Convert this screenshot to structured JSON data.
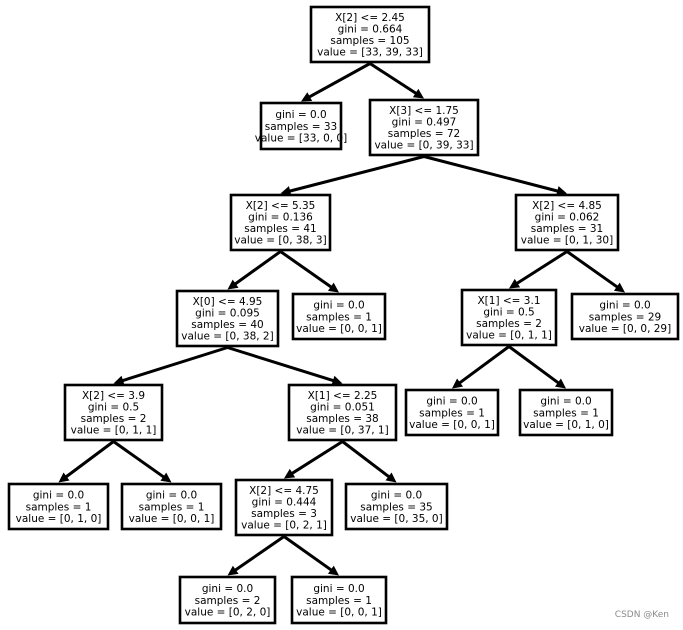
{
  "tree": {
    "nodes": [
      {
        "id": "n0",
        "lines": [
          "X[2] <= 2.45",
          "gini = 0.664",
          "samples = 105",
          "value = [33, 39, 33]"
        ]
      },
      {
        "id": "n1",
        "lines": [
          "gini = 0.0",
          "samples = 33",
          "value = [33, 0, 0]"
        ]
      },
      {
        "id": "n2",
        "lines": [
          "X[3] <= 1.75",
          "gini = 0.497",
          "samples = 72",
          "value = [0, 39, 33]"
        ]
      },
      {
        "id": "n3",
        "lines": [
          "X[2] <= 5.35",
          "gini = 0.136",
          "samples = 41",
          "value = [0, 38, 3]"
        ]
      },
      {
        "id": "n4",
        "lines": [
          "X[2] <= 4.85",
          "gini = 0.062",
          "samples = 31",
          "value = [0, 1, 30]"
        ]
      },
      {
        "id": "n5",
        "lines": [
          "X[0] <= 4.95",
          "gini = 0.095",
          "samples = 40",
          "value = [0, 38, 2]"
        ]
      },
      {
        "id": "n6",
        "lines": [
          "gini = 0.0",
          "samples = 1",
          "value = [0, 0, 1]"
        ]
      },
      {
        "id": "n7",
        "lines": [
          "X[1] <= 3.1",
          "gini = 0.5",
          "samples = 2",
          "value = [0, 1, 1]"
        ]
      },
      {
        "id": "n8",
        "lines": [
          "gini = 0.0",
          "samples = 29",
          "value = [0, 0, 29]"
        ]
      },
      {
        "id": "n9",
        "lines": [
          "X[2] <= 3.9",
          "gini = 0.5",
          "samples = 2",
          "value = [0, 1, 1]"
        ]
      },
      {
        "id": "n10",
        "lines": [
          "X[1] <= 2.25",
          "gini = 0.051",
          "samples = 38",
          "value = [0, 37, 1]"
        ]
      },
      {
        "id": "n11",
        "lines": [
          "gini = 0.0",
          "samples = 1",
          "value = [0, 0, 1]"
        ]
      },
      {
        "id": "n12",
        "lines": [
          "gini = 0.0",
          "samples = 1",
          "value = [0, 1, 0]"
        ]
      },
      {
        "id": "n13",
        "lines": [
          "gini = 0.0",
          "samples = 1",
          "value = [0, 1, 0]"
        ]
      },
      {
        "id": "n14",
        "lines": [
          "gini = 0.0",
          "samples = 1",
          "value = [0, 0, 1]"
        ]
      },
      {
        "id": "n15",
        "lines": [
          "X[2] <= 4.75",
          "gini = 0.444",
          "samples = 3",
          "value = [0, 2, 1]"
        ]
      },
      {
        "id": "n16",
        "lines": [
          "gini = 0.0",
          "samples = 35",
          "value = [0, 35, 0]"
        ]
      },
      {
        "id": "n17",
        "lines": [
          "gini = 0.0",
          "samples = 2",
          "value = [0, 2, 0]"
        ]
      },
      {
        "id": "n18",
        "lines": [
          "gini = 0.0",
          "samples = 1",
          "value = [0, 0, 1]"
        ]
      }
    ],
    "edges": [
      [
        "n0",
        "n1"
      ],
      [
        "n0",
        "n2"
      ],
      [
        "n2",
        "n3"
      ],
      [
        "n2",
        "n4"
      ],
      [
        "n3",
        "n5"
      ],
      [
        "n3",
        "n6"
      ],
      [
        "n4",
        "n7"
      ],
      [
        "n4",
        "n8"
      ],
      [
        "n5",
        "n9"
      ],
      [
        "n5",
        "n10"
      ],
      [
        "n7",
        "n11"
      ],
      [
        "n7",
        "n12"
      ],
      [
        "n9",
        "n13"
      ],
      [
        "n9",
        "n14"
      ],
      [
        "n10",
        "n15"
      ],
      [
        "n10",
        "n16"
      ],
      [
        "n15",
        "n17"
      ],
      [
        "n15",
        "n18"
      ]
    ]
  },
  "watermark": "CSDN @Ken"
}
